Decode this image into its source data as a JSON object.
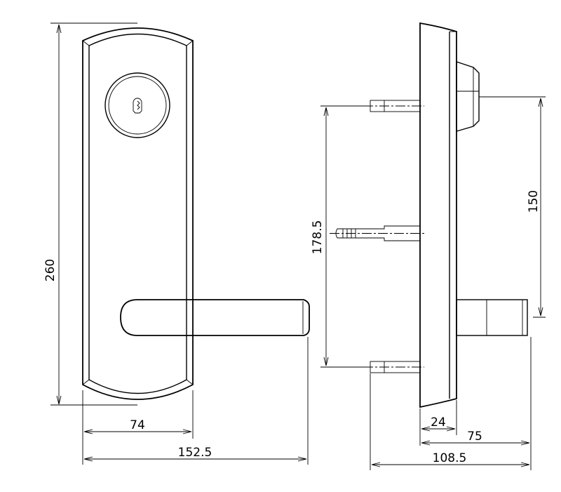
{
  "drawing": {
    "front_view": {
      "dimensions": {
        "height": "260",
        "plate_width": "74",
        "overall_width": "152.5"
      }
    },
    "side_view": {
      "dimensions": {
        "spindle_span": "178.5",
        "lever_offset": "150",
        "plate_thickness": "24",
        "lever_projection": "75",
        "overall_depth": "108.5"
      }
    }
  }
}
